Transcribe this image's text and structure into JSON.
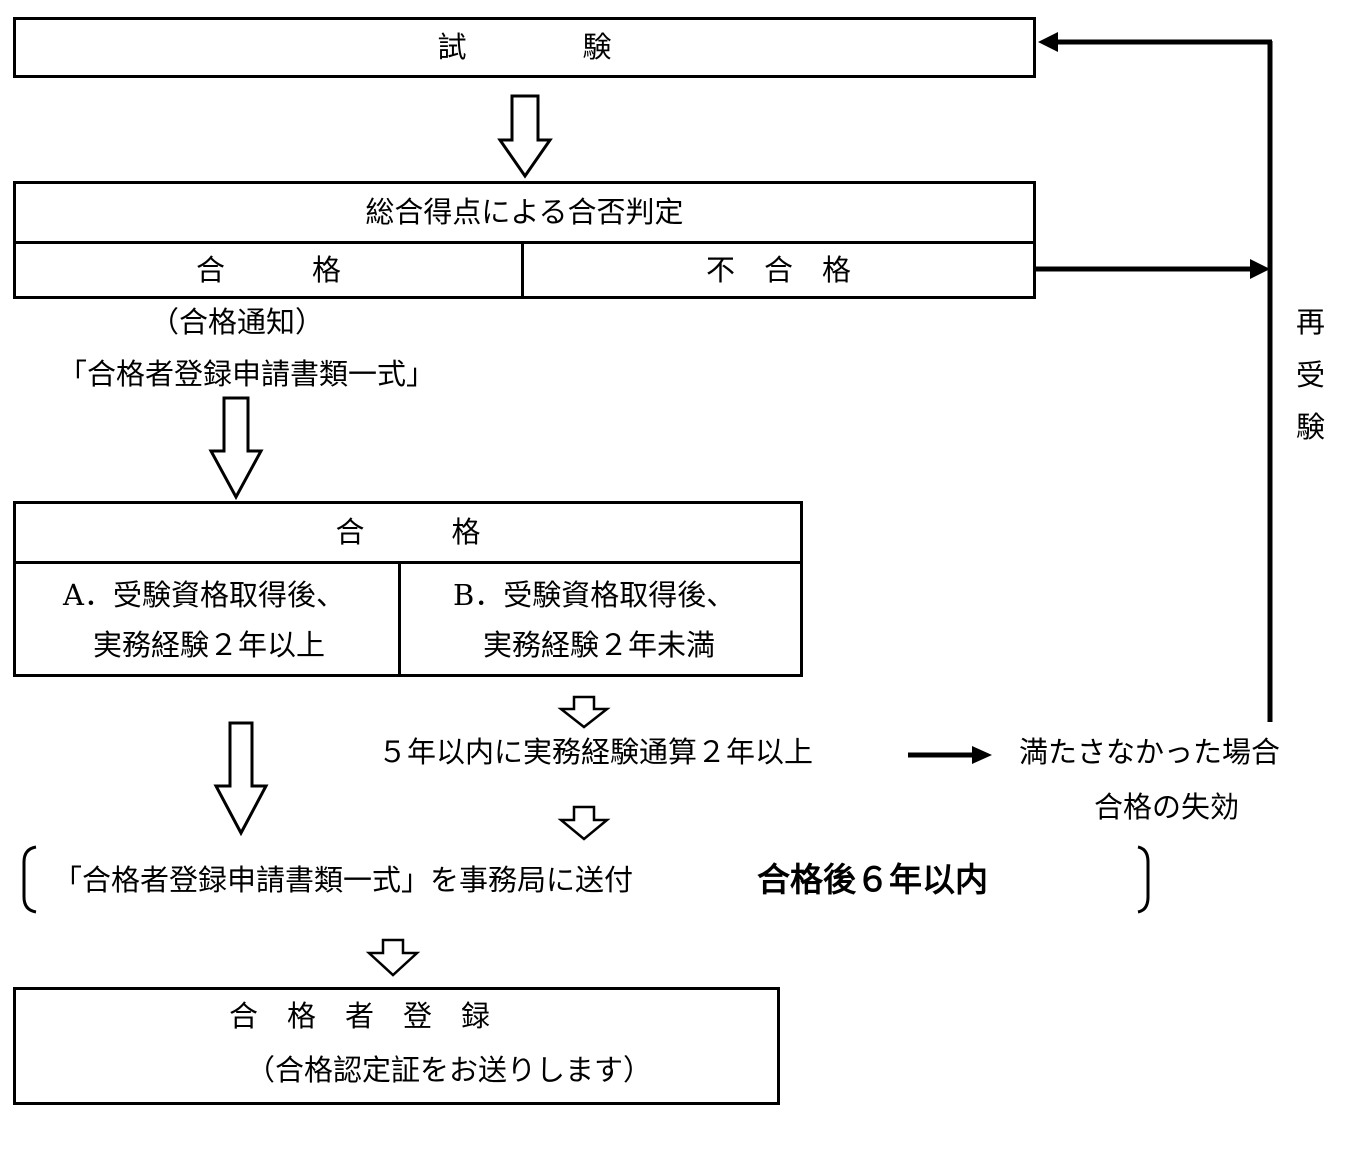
{
  "exam_box": {
    "label": "試　　　　験"
  },
  "judgement_box": {
    "title": "総合得点による合否判定",
    "pass": "合　　　格",
    "fail": "不　合　格"
  },
  "notice": {
    "line1": "（合格通知）",
    "line2": "「合格者登録申請書類一式」"
  },
  "retake_label": [
    "再",
    "受",
    "験"
  ],
  "pass_box": {
    "title": "合　　　格",
    "option_a": {
      "line1": "A．受験資格取得後、",
      "line2": "実務経験２年以上"
    },
    "option_b": {
      "line1": "B．受験資格取得後、",
      "line2": "実務経験２年未満"
    }
  },
  "condition": {
    "text": "５年以内に実務経験通算２年以上",
    "failed_line1": "満たさなかった場合",
    "failed_line2": "合格の失効"
  },
  "submission": {
    "text": "「合格者登録申請書類一式」を事務局に送付",
    "deadline": "合格後６年以内"
  },
  "registration_box": {
    "title": "合　格　者　登　録",
    "subtitle": "（合格認定証をお送りします）"
  }
}
